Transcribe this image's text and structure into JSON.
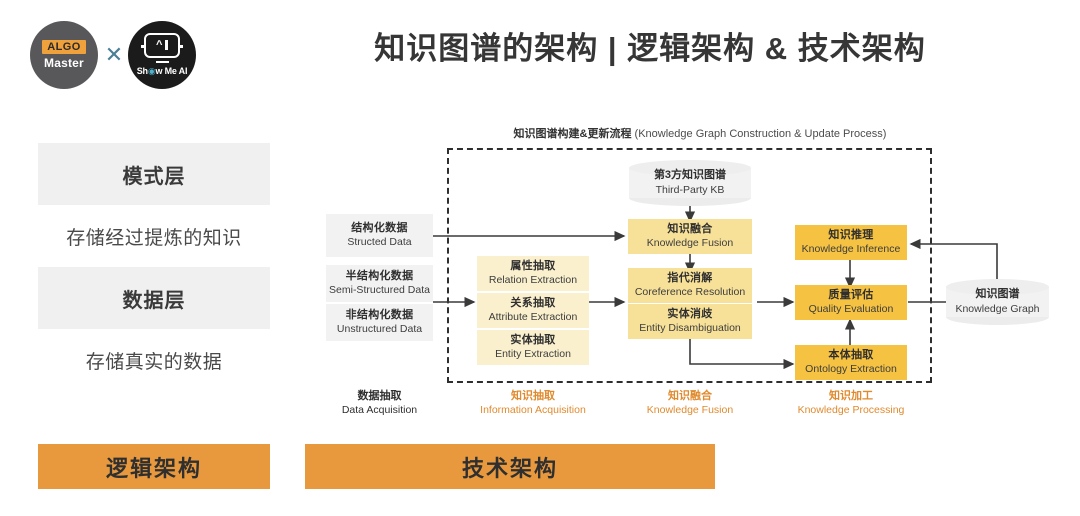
{
  "logo": {
    "algo_tag": "ALGO",
    "algo_sub": "Master",
    "x_mark": "✕",
    "showme_caret": "^",
    "showme_bar": "I",
    "showme_text_pre": "Sh",
    "showme_text_o": "◉",
    "showme_text_post": "w Me AI"
  },
  "title": "知识图谱的架构 | 逻辑架构 & 技术架构",
  "logical": {
    "schema_layer": "模式层",
    "schema_desc": "存储经过提炼的知识",
    "data_layer": "数据层",
    "data_desc": "存储真实的数据",
    "banner": "逻辑架构"
  },
  "technical": {
    "banner": "技术架构"
  },
  "process": {
    "title_cn": "知识图谱构建&更新流程",
    "title_en": "(Knowledge Graph Construction & Update Process)"
  },
  "nodes": {
    "third_party": {
      "cn": "第3方知识图谱",
      "en": "Third-Party KB"
    },
    "structured": {
      "cn": "结构化数据",
      "en": "Structed Data"
    },
    "semi_structured": {
      "cn": "半结构化数据",
      "en": "Semi-Structured Data"
    },
    "unstructured": {
      "cn": "非结构化数据",
      "en": "Unstructured Data"
    },
    "relation_extraction": {
      "cn": "属性抽取",
      "en": "Relation Extraction"
    },
    "attribute_extraction": {
      "cn": "关系抽取",
      "en": "Attribute Extraction"
    },
    "entity_extraction": {
      "cn": "实体抽取",
      "en": "Entity Extraction"
    },
    "knowledge_fusion": {
      "cn": "知识融合",
      "en": "Knowledge Fusion"
    },
    "coreference_resolution": {
      "cn": "指代消解",
      "en": "Coreference Resolution"
    },
    "entity_disambiguation": {
      "cn": "实体消歧",
      "en": "Entity Disambiguation"
    },
    "knowledge_inference": {
      "cn": "知识推理",
      "en": "Knowledge Inference"
    },
    "quality_evaluation": {
      "cn": "质量评估",
      "en": "Quality Evaluation"
    },
    "ontology_extraction": {
      "cn": "本体抽取",
      "en": "Ontology Extraction"
    },
    "knowledge_graph": {
      "cn": "知识图谱",
      "en": "Knowledge Graph"
    }
  },
  "stages": [
    {
      "cn": "数据抽取",
      "en": "Data Acquisition",
      "style": "dark"
    },
    {
      "cn": "知识抽取",
      "en": "Information Acquisition",
      "style": "orange"
    },
    {
      "cn": "知识融合",
      "en": "Knowledge Fusion",
      "style": "orange"
    },
    {
      "cn": "知识加工",
      "en": "Knowledge Processing",
      "style": "orange"
    }
  ],
  "colors": {
    "orange_banner": "#e8993e",
    "gold_node": "#f5c242",
    "pale_node": "#f7e199",
    "cream_node": "#faf0cd",
    "grey_node": "#f2f2f2",
    "stage_orange": "#e08a2e",
    "line": "#3a3a3a"
  }
}
